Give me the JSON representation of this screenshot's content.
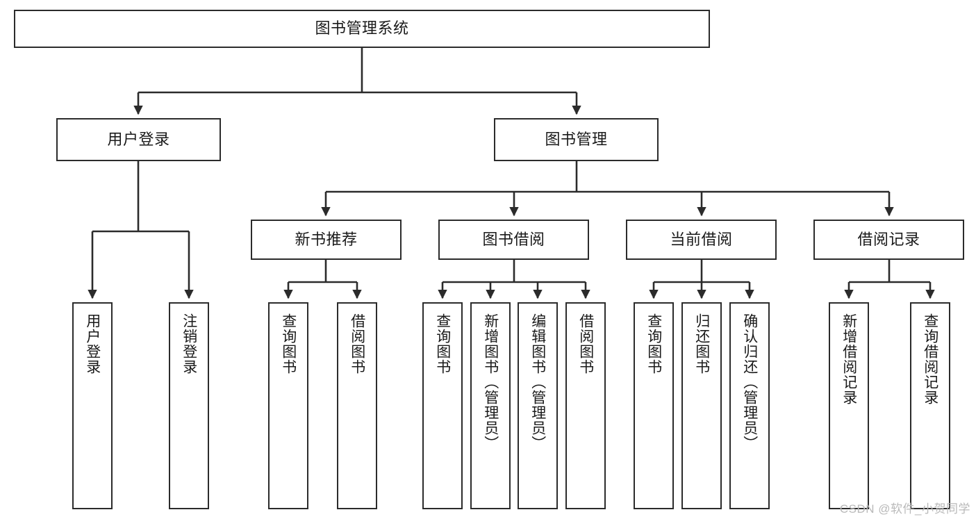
{
  "diagram": {
    "title": "图书管理系统",
    "type": "hierarchy-tree",
    "watermark": "CSDN @软件_小贺同学",
    "colors": {
      "stroke": "#2b2b2b",
      "fill": "#ffffff",
      "text": "#1a1a1a",
      "watermark": "#b9b9b9"
    },
    "nodes": {
      "root": {
        "label": "图书管理系统"
      },
      "level2": [
        {
          "id": "user-login",
          "label": "用户登录"
        },
        {
          "id": "book-manage",
          "label": "图书管理"
        }
      ],
      "level3": [
        {
          "id": "new-book-recommend",
          "label": "新书推荐"
        },
        {
          "id": "book-borrow",
          "label": "图书借阅"
        },
        {
          "id": "current-borrow",
          "label": "当前借阅"
        },
        {
          "id": "borrow-record",
          "label": "借阅记录"
        }
      ],
      "leaves": [
        {
          "id": "leaf-user-login",
          "label": "用户登录"
        },
        {
          "id": "leaf-logout-login",
          "label": "注销登录"
        },
        {
          "id": "leaf-query-book-1",
          "label": "查询图书"
        },
        {
          "id": "leaf-borrow-book-1",
          "label": "借阅图书"
        },
        {
          "id": "leaf-query-book-2",
          "label": "查询图书"
        },
        {
          "id": "leaf-add-book-admin",
          "label": "新增图书（管理员）"
        },
        {
          "id": "leaf-edit-book-admin",
          "label": "编辑图书（管理员）"
        },
        {
          "id": "leaf-borrow-book-2",
          "label": "借阅图书"
        },
        {
          "id": "leaf-query-book-3",
          "label": "查询图书"
        },
        {
          "id": "leaf-return-book",
          "label": "归还图书"
        },
        {
          "id": "leaf-confirm-return-admin",
          "label": "确认归还（管理员）"
        },
        {
          "id": "leaf-add-borrow-record",
          "label": "新增借阅记录"
        },
        {
          "id": "leaf-query-borrow-record",
          "label": "查询借阅记录"
        }
      ]
    }
  }
}
